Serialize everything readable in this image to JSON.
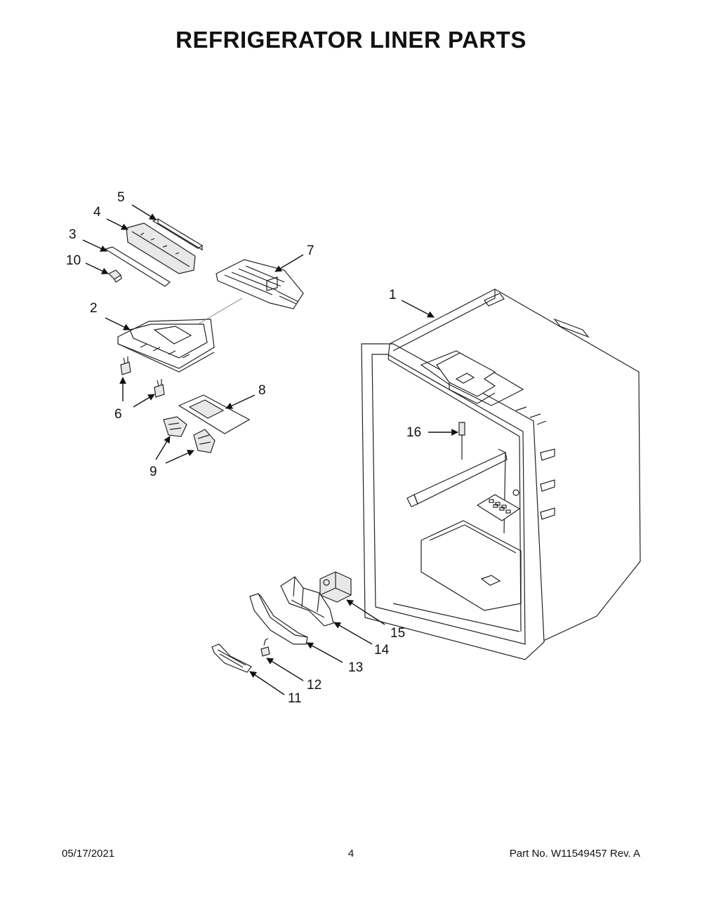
{
  "title": "REFRIGERATOR LINER PARTS",
  "footer": {
    "date": "05/17/2021",
    "page": "4",
    "part_info": "Part No.  W11549457  Rev.  A"
  },
  "callouts": [
    "1",
    "2",
    "3",
    "4",
    "5",
    "6",
    "7",
    "8",
    "9",
    "10",
    "11",
    "12",
    "13",
    "14",
    "15",
    "16"
  ]
}
